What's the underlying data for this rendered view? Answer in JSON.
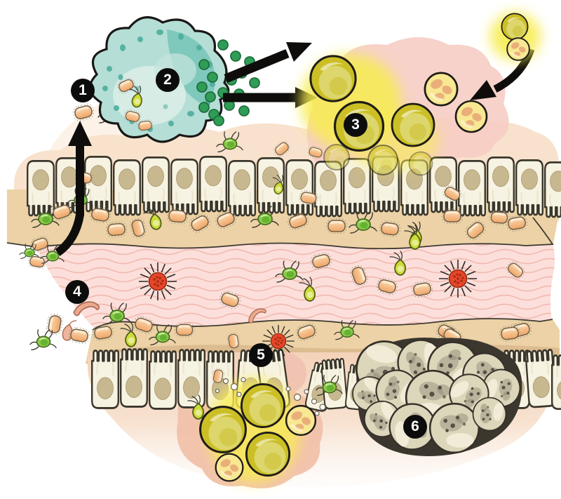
{
  "figure": {
    "badges": [
      {
        "number": "1"
      },
      {
        "number": "2"
      },
      {
        "number": "3"
      },
      {
        "number": "4"
      },
      {
        "number": "5"
      },
      {
        "number": "6"
      }
    ]
  },
  "palette": {
    "badge_black": "#0c0c0c",
    "macrophage_teal": "#b5ded6",
    "macrophage_dark_teal": "#7cc6ba",
    "granule_green": "#2f9d57",
    "yellow_cell_olive": "#cbbf25",
    "yellow_cell_pale": "#f8e894",
    "glow_yellow": "#f7ec4f",
    "epithelium_cream": "#f7f3e2",
    "nucleus_tan": "#c8b890",
    "mucus_tan": "#ecd2a6",
    "lumen_pink": "#fcdfda",
    "lumen_wave_pink": "#f2bab0",
    "tissue_peach": "#f8e2cd",
    "mast_cell_red": "#e8452a",
    "rod_bacterium_tan": "#efa465",
    "microbe_green": "#8cc94e",
    "flagellate_yellow_green": "#cddb38",
    "granuloma_gray": "#dcd6ba",
    "outline_dark": "#35312a"
  }
}
